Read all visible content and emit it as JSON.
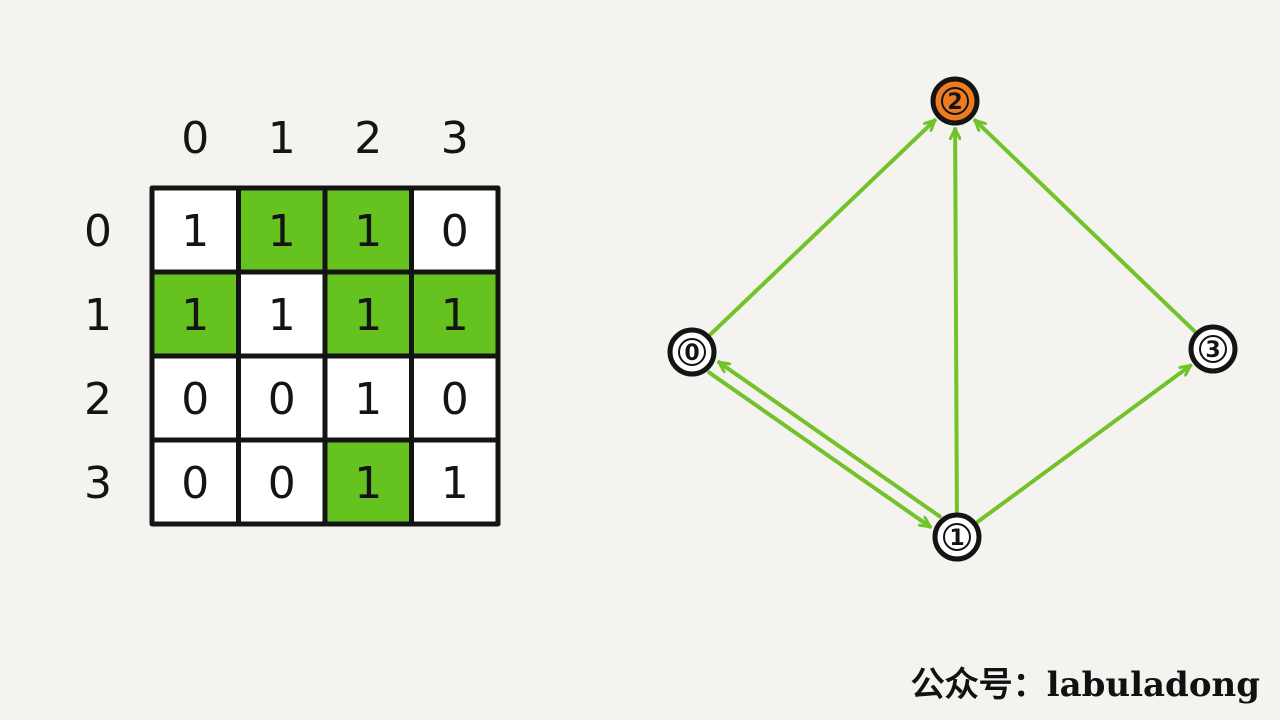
{
  "matrix": {
    "col_headers": [
      "0",
      "1",
      "2",
      "3"
    ],
    "row_headers": [
      "0",
      "1",
      "2",
      "3"
    ],
    "rows": [
      [
        "1",
        "1",
        "1",
        "0"
      ],
      [
        "1",
        "1",
        "1",
        "1"
      ],
      [
        "0",
        "0",
        "1",
        "0"
      ],
      [
        "0",
        "0",
        "1",
        "1"
      ]
    ],
    "highlighted": [
      [
        0,
        1
      ],
      [
        0,
        2
      ],
      [
        1,
        0
      ],
      [
        1,
        2
      ],
      [
        1,
        3
      ],
      [
        3,
        2
      ]
    ]
  },
  "graph": {
    "nodes": [
      {
        "id": "0",
        "label": "0",
        "highlight": false
      },
      {
        "id": "1",
        "label": "1",
        "highlight": false
      },
      {
        "id": "2",
        "label": "2",
        "highlight": true
      },
      {
        "id": "3",
        "label": "3",
        "highlight": false
      }
    ],
    "edges": [
      {
        "from": "0",
        "to": "2"
      },
      {
        "from": "0",
        "to": "1"
      },
      {
        "from": "1",
        "to": "0"
      },
      {
        "from": "1",
        "to": "2"
      },
      {
        "from": "1",
        "to": "3"
      },
      {
        "from": "3",
        "to": "2"
      }
    ]
  },
  "colors": {
    "highlight_green": "#66c21e",
    "edge_green": "#72c22a",
    "node_highlight": "#ee7c1e",
    "grid_border": "#141414",
    "cell_default": "#ffffff"
  },
  "watermark": "公众号：labuladong"
}
